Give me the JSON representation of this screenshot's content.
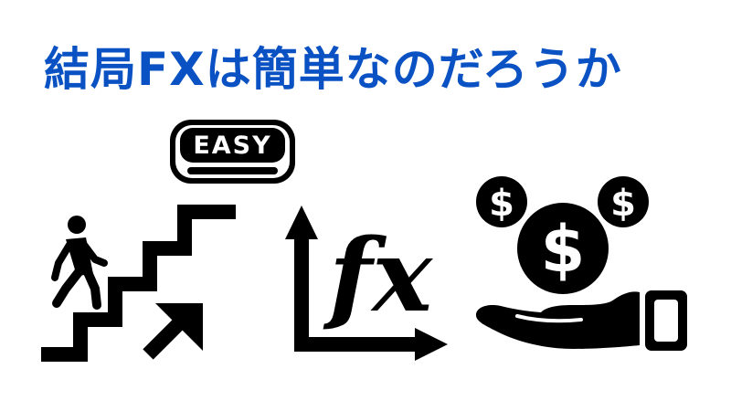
{
  "headline": {
    "text": "結局FXは簡単なのだろうか",
    "color": "#0a52c3"
  },
  "easy_button": {
    "label": "EASY"
  },
  "formula": {
    "label": "fx"
  },
  "coins": {
    "symbol": "$"
  },
  "colors": {
    "ink": "#000000",
    "paper": "#ffffff"
  },
  "icons": [
    "walking-person-icon",
    "staircase-icon",
    "arrow-up-right-icon",
    "easy-button-icon",
    "axis-arrows-icon",
    "fx-icon",
    "hand-icon",
    "coin-icon"
  ]
}
